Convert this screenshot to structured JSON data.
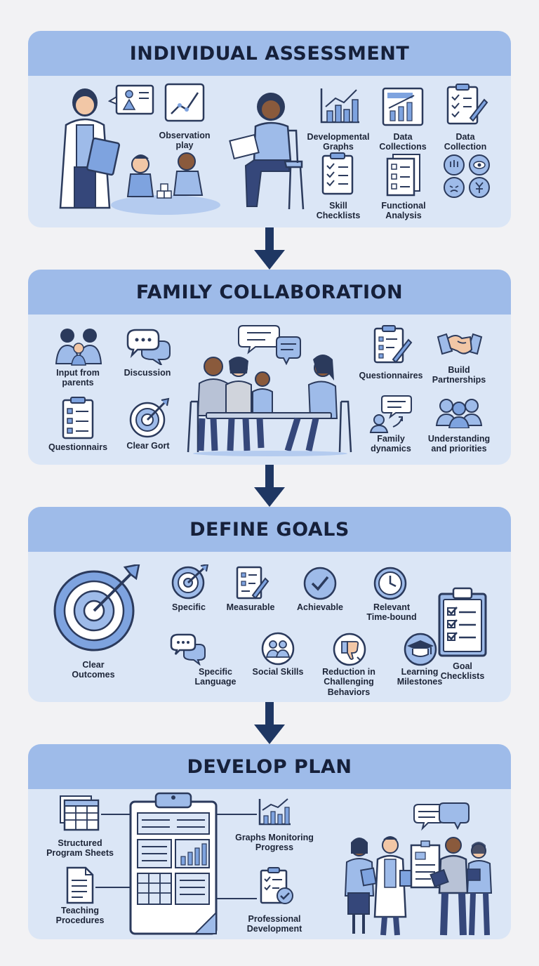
{
  "colors": {
    "panel": "#dbe6f6",
    "header": "#9ebbe9",
    "ink": "#2b3a5c",
    "accent": "#7ea3df",
    "arrow": "#1f3763"
  },
  "sections": [
    {
      "title": "INDIVIDUAL ASSESSMENT",
      "labels": {
        "observation": "Observation\nplay",
        "dev_graphs": "Developmental\nGraphs",
        "data_collections": "Data\nCollections",
        "data_collection": "Data\nCollection",
        "skill_checklists": "Skill\nChecklists",
        "functional_analysis": "Functional\nAnalysis"
      }
    },
    {
      "title": "FAMILY COLLABORATION",
      "labels": {
        "input_parents": "Input from\nparents",
        "discussion": "Discussion",
        "questionnairs": "Questionnairs",
        "clear_gort": "Clear Gort",
        "questionnaires": "Questionnaires",
        "build_partnerships": "Build\nPartnerships",
        "family_dynamics": "Family\ndynamics",
        "understanding": "Understanding\nand priorities"
      }
    },
    {
      "title": "DEFINE GOALS",
      "labels": {
        "clear_outcomes": "Clear\nOutcomes",
        "specific": "Specific",
        "measurable": "Measurable",
        "achievable": "Achievable",
        "relevant": "Relevant\nTime-bound",
        "specific_language": "Specific\nLanguage",
        "social_skills": "Social Skills",
        "reduction": "Reduction in\nChallenging\nBehaviors",
        "learning": "Learning\nMilestones",
        "goal_checklists": "Goal\nChecklists"
      }
    },
    {
      "title": "DEVELOP PLAN",
      "labels": {
        "structured": "Structured\nProgram Sheets",
        "graphs_monitoring": "Graphs Monitoring\nProgress",
        "teaching": "Teaching\nProcedures",
        "professional": "Professional\nDevelopment"
      }
    }
  ]
}
